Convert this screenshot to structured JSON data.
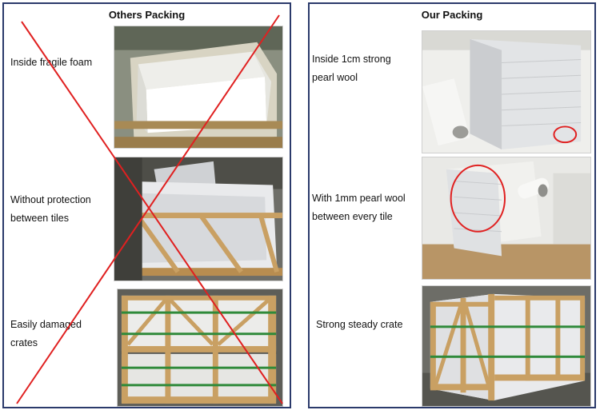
{
  "others": {
    "title": "Others Packing",
    "items": [
      {
        "caption": "Inside fragile foam"
      },
      {
        "caption": "Without protection\nbetween tiles"
      },
      {
        "caption": "Easily damaged\ncrates"
      }
    ],
    "cross_color": "#e02020"
  },
  "ours": {
    "title": "Our Packing",
    "items": [
      {
        "caption": "Inside 1cm strong\npearl wool"
      },
      {
        "caption": "With 1mm pearl wool\nbetween every tile"
      },
      {
        "caption": "Strong steady crate"
      }
    ],
    "highlight_color": "#e02020"
  },
  "colors": {
    "border": "#2b3a6b",
    "wood": "#c9a063",
    "strap": "#2f8a3a"
  }
}
